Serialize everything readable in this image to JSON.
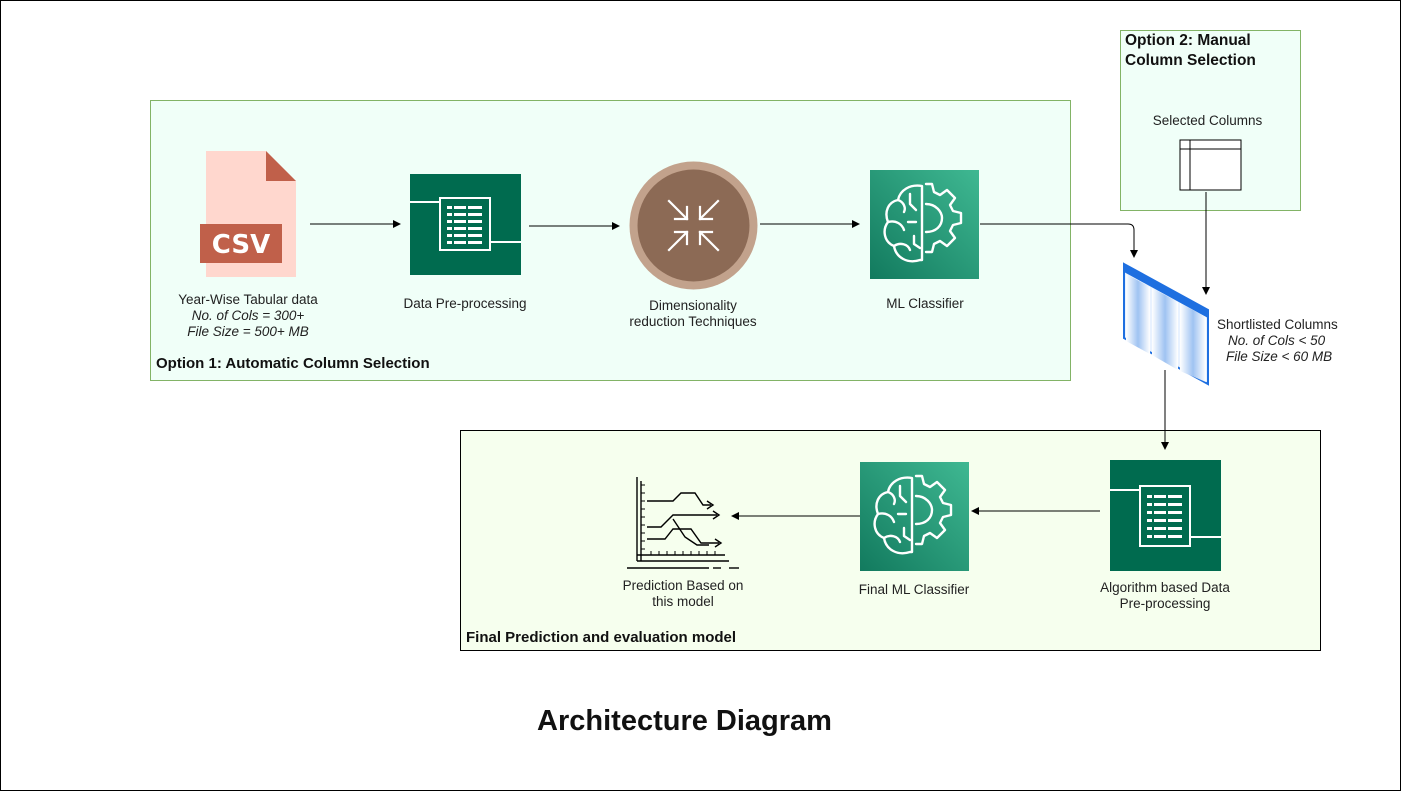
{
  "diagram_title": "Architecture Diagram",
  "groups": {
    "option1": {
      "title": "Option 1: Automatic Column Selection"
    },
    "option2": {
      "title": "Option 2: Manual Column Selection"
    },
    "final": {
      "title": "Final Prediction and evaluation model"
    }
  },
  "nodes": {
    "csv": {
      "icon_text": "CSV",
      "label": "Year-Wise Tabular data",
      "detail1": "No. of Cols = 300+",
      "detail2": "File Size = 500+ MB"
    },
    "preprocess": {
      "label": "Data Pre-processing"
    },
    "dimreduce": {
      "label_line1": "Dimensionality",
      "label_line2": "reduction Techniques"
    },
    "ml": {
      "label": "ML Classifier"
    },
    "selected": {
      "label": "Selected Columns"
    },
    "shortlisted": {
      "label": "Shortlisted Columns",
      "detail1": "No. of Cols < 50",
      "detail2": "File Size < 60 MB"
    },
    "algo": {
      "label_line1": "Algorithm based Data",
      "label_line2": "Pre-processing"
    },
    "final_ml": {
      "label": "Final ML Classifier"
    },
    "prediction": {
      "label_line1": "Prediction Based on",
      "label_line2": "this model"
    }
  },
  "colors": {
    "aws_green": "#006b4f",
    "ml_green": "#1d9a77",
    "csv_page": "#ffd7ce",
    "csv_band": "#c0604a",
    "circle_brown": "#8c6a55",
    "option_fill": "#f0fff8",
    "final_fill": "#f6ffee",
    "group_border": "#82b366"
  }
}
